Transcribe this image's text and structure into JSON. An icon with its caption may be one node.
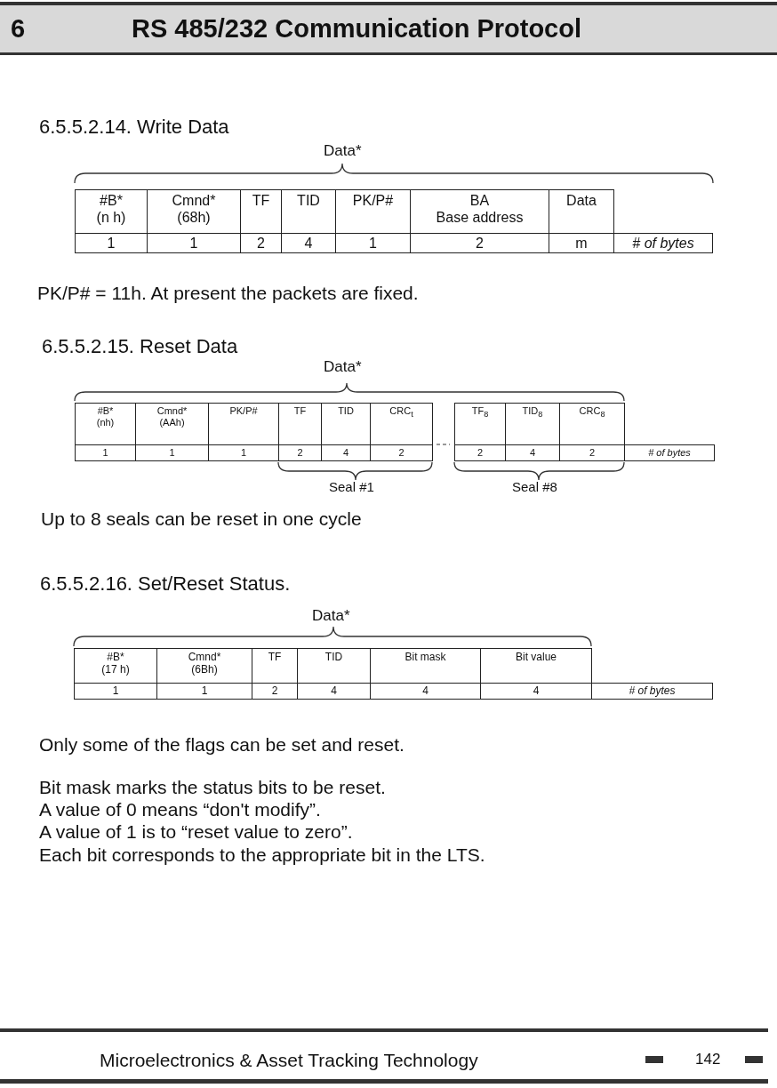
{
  "diagram": {
    "title": "RS 485/232 Communication Protocol",
    "labels": [
      "6",
      "6.5.5.2.14. Write Data",
      "Data*",
      "#B* (n h)",
      "Cmnd* (68h)",
      "TF",
      "TID",
      "PK/P#",
      "BA Base address",
      "Data",
      "1",
      "1",
      "2",
      "4",
      "1",
      "2",
      "m",
      "# of bytes",
      "PK/P# = 11h. At present the packets are fixed.",
      "6.5.5.2.15. Reset Data",
      "Data*",
      "#B* (nh)",
      "Cmnd* (AAh)",
      "PK/P#",
      "TF",
      "TID",
      "CRC$_{t}$",
      "TF$_{8}$",
      "TID$_{8}$",
      "CRC$_{8}$",
      "1",
      "1",
      "1",
      "2",
      "4",
      "2",
      "2",
      "4",
      "2",
      "# of bytes",
      "Seal #1",
      "Seal #8",
      "Up to 8 seals can be reset in one cycle",
      "6.5.5.2.16. Set/Reset Status.",
      "Data*",
      "#B* (17 h)",
      "Cmnd* (6Bh)",
      "TF",
      "TID",
      "Bit mask",
      "Bit value",
      "1",
      "1",
      "2",
      "4",
      "4",
      "4",
      "# of bytes",
      "Only some of the flags can be set and reset.",
      "Bit mask marks the status bits to be reset.",
      "A value of 0 means  “don't modify”.",
      "A value of 1 is to “reset value to zero”.",
      "Each bit corresponds to the appropriate bit in the LTS.",
      "Microelectronics & Asset Tracking Technology",
      "142"
    ]
  }
}
